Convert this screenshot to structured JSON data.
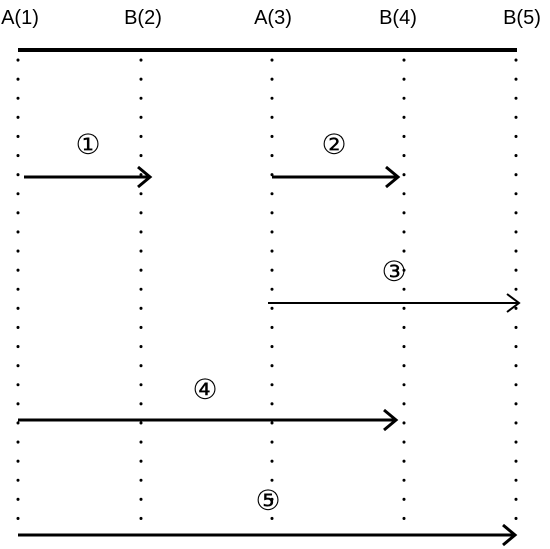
{
  "nodes": [
    {
      "label": "A(1)"
    },
    {
      "label": "B(2)"
    },
    {
      "label": "A(3)"
    },
    {
      "label": "B(4)"
    },
    {
      "label": "B(5)"
    }
  ],
  "arrows": [
    {
      "label": "①",
      "from_node": 1,
      "to_node": 2
    },
    {
      "label": "②",
      "from_node": 3,
      "to_node": 4
    },
    {
      "label": "③",
      "from_node": 3,
      "to_node": 5
    },
    {
      "label": "④",
      "from_node": 1,
      "to_node": 4
    },
    {
      "label": "⑤",
      "from_node": 1,
      "to_node": 5
    }
  ],
  "colors": {
    "ink": "#000000",
    "background": "#ffffff"
  }
}
